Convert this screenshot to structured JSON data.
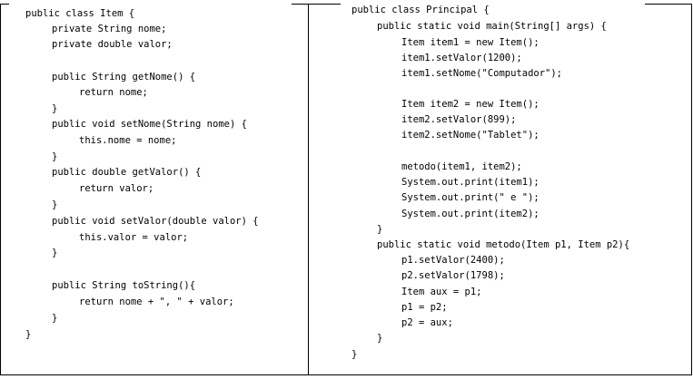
{
  "left_code": [
    "public class Item {",
    "private String nome;",
    "private double valor;",
    "public String getNome() {",
    "return nome;",
    "}",
    "public void setNome(String nome) {",
    "this.nome = nome;",
    "}",
    "public double getValor() {",
    "return valor;",
    "}",
    "public void setValor(double valor) {",
    "this.valor = valor;",
    "}",
    "public String toString(){",
    "return nome + \", \" + valor;",
    "}",
    "}"
  ],
  "right_code": [
    "public class Principal {",
    "public static void main(String[] args) {",
    "Item item1 = new Item();",
    "item1.setValor(1200);",
    "item1.setNome(\"Computador\");",
    "Item item2 = new Item();",
    "item2.setValor(899);",
    "item2.setNome(\"Tablet\");",
    "metodo(item1, item2);",
    "System.out.print(item1);",
    "System.out.print(\" e \");",
    "System.out.print(item2);",
    "}",
    "public static void metodo(Item p1, Item p2){",
    "p1.setValor(2400);",
    "p2.setValor(1798);",
    "Item aux = p1;",
    "p1 = p2;",
    "p2 = aux;",
    "}",
    "}"
  ]
}
